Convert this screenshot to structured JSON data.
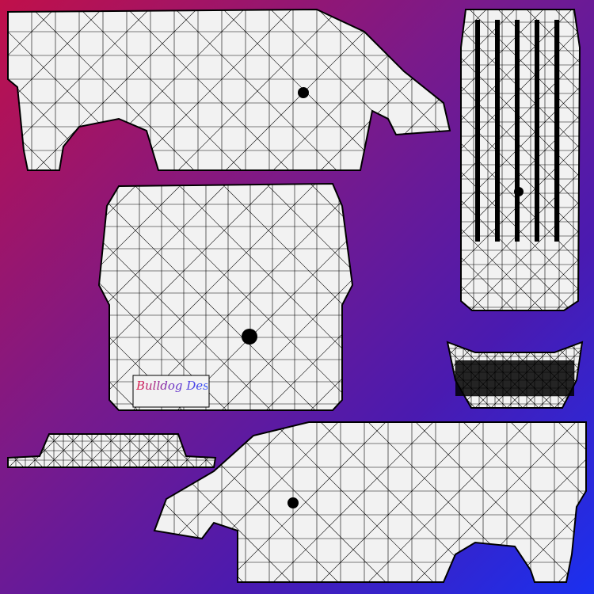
{
  "template": {
    "logo_text": "Bulldog Designs",
    "panels": [
      "side-left",
      "rear",
      "roof",
      "front-bumper",
      "grille",
      "side-right"
    ]
  },
  "colors": {
    "gradient_start": "#c0104a",
    "gradient_mid": "#4a1ab0",
    "gradient_end": "#1a30f0",
    "panel_fill": "#f2f2f2",
    "wire": "#000000"
  }
}
